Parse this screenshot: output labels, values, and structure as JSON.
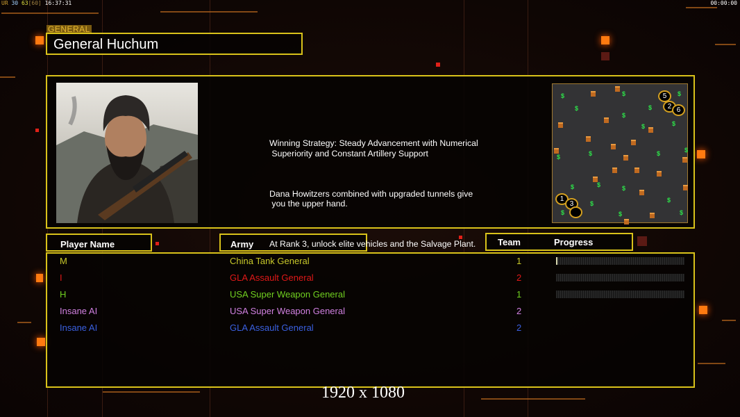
{
  "hud": {
    "fps_label": "UR",
    "fps_a": "30",
    "fps_b": "63",
    "fps_cap": "[60]",
    "clock": "16:37:31",
    "timer": "00:00:00"
  },
  "general": {
    "tag": "GENERAL",
    "name": "General Huchum"
  },
  "description": [
    "Winning Strategy: Steady Advancement with Numerical\n Superiority and Constant Artillery Support",
    "Dana Howitzers combined with upgraded tunnels give\n you the upper hand.",
    "At Rank 3, unlock elite vehicles and the Salvage Plant."
  ],
  "minimap": {
    "starts": [
      "5",
      "2",
      "6",
      "1",
      "3",
      ""
    ],
    "supply_symbol": "$"
  },
  "columns": {
    "player": "Player Name",
    "army": "Army",
    "team": "Team",
    "progress": "Progress"
  },
  "players": [
    {
      "name": "M",
      "army": "China Tank General",
      "team": "1",
      "color": "#c8c82a",
      "progress": 0.01
    },
    {
      "name": "I",
      "army": "GLA Assault General",
      "team": "2",
      "color": "#e01818",
      "progress": 0
    },
    {
      "name": "H",
      "army": "USA Super Weapon General",
      "team": "1",
      "color": "#70d020",
      "progress": 0
    },
    {
      "name": "Insane AI",
      "army": "USA Super Weapon General",
      "team": "2",
      "color": "#d080e0"
    },
    {
      "name": "Insane AI",
      "army": "GLA Assault General",
      "team": "2",
      "color": "#3a60e0"
    }
  ],
  "resolution": "1920 x 1080"
}
